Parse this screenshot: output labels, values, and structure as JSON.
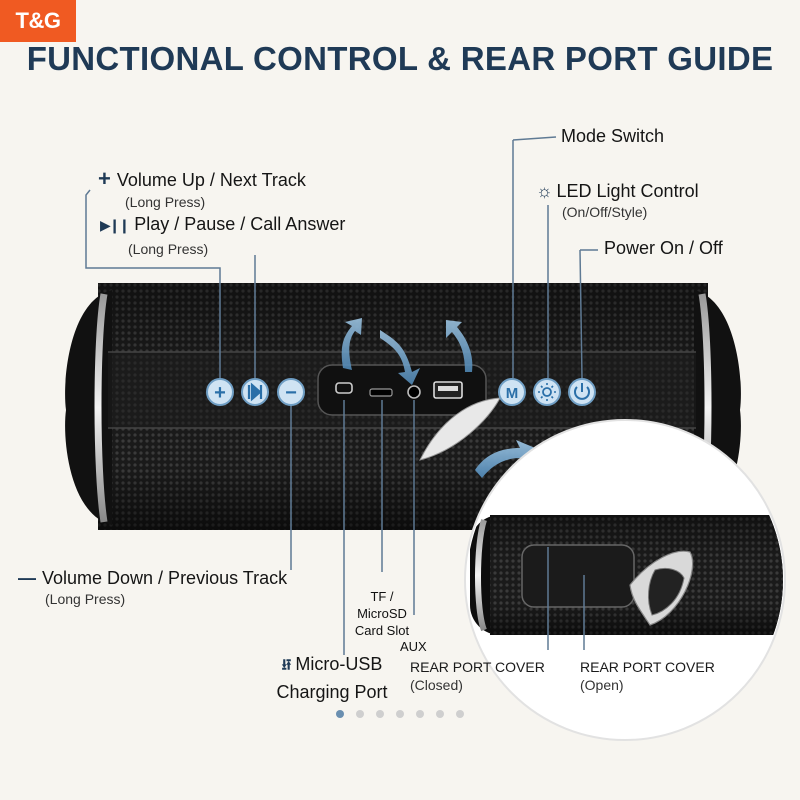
{
  "brand": {
    "logo_text": "T&G"
  },
  "title": "FUNCTIONAL CONTROL & REAR PORT GUIDE",
  "labels": {
    "volume_up": {
      "text": "Volume Up / Next Track",
      "sub": "(Long Press)"
    },
    "play_pause": {
      "text": "Play / Pause / Call Answer",
      "sub": "(Long Press)"
    },
    "volume_down": {
      "text": "Volume Down / Previous Track",
      "sub": "(Long Press)"
    },
    "mode_switch": {
      "text": "Mode Switch"
    },
    "led": {
      "text": "LED Light Control",
      "sub": "(On/Off/Style)"
    },
    "power": {
      "text": "Power On / Off"
    },
    "tf_slot": {
      "line1": "TF /",
      "line2": "MicroSD",
      "line3": "Card Slot"
    },
    "aux": {
      "text": "AUX"
    },
    "micro_usb": {
      "line1": "Micro-USB",
      "line2": "Charging Port"
    },
    "cover_closed": {
      "text": "REAR PORT COVER",
      "sub": "(Closed)"
    },
    "cover_open": {
      "text": "REAR PORT COVER",
      "sub": "(Open)"
    }
  },
  "buttons": {
    "plus": "+",
    "minus": "−",
    "mode": "M"
  },
  "icons": {
    "plus_icon": "+",
    "play_pause_icon": "▶❙❙",
    "minus_icon": "—",
    "led_icon": "☼",
    "usb_icon": "⭿"
  },
  "carousel": {
    "count": 7,
    "active": 1
  },
  "colors": {
    "brand": "#f05a22",
    "title": "#1f3a56",
    "button_fill": "#cfe3f3",
    "button_icon": "#2a6fa8",
    "arrow": "#6f9ec4"
  }
}
